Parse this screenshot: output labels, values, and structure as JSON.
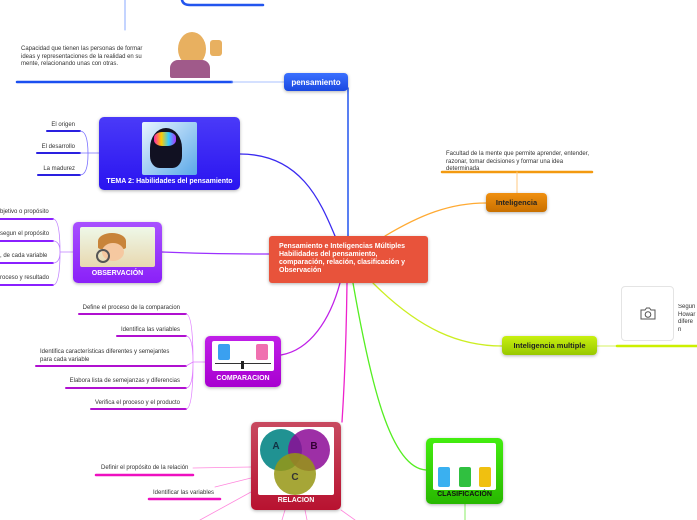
{
  "central": {
    "title": "Pensamiento e Inteligencias Múltiples Habilidades del pensamiento, comparación, relación, clasificación y Observación"
  },
  "pensamiento": {
    "label": "pensamiento",
    "note": "Capacidad que tienen las personas de formar ideas y representaciones de la realidad en su mente, relacionando unas con otras."
  },
  "tema2": {
    "label": "TEMA 2: Habilidades del pensamiento",
    "children": [
      "El origen",
      "El desarrollo",
      "La madurez"
    ]
  },
  "observacion": {
    "label": "OBSERVACIÓN",
    "children": [
      "bjetivo o propósito",
      "segun el propósito",
      ", de cada variable",
      "roceso y resultado"
    ]
  },
  "comparacion": {
    "label": "COMPARACION",
    "children": [
      "Define el proceso de la comparacion",
      "Identifica las variables",
      "Identifica características diferentes y semejantes para cada variable",
      "Elabora lista de semejanzas y diferencias",
      "Verifica el proceso y el producto"
    ]
  },
  "relacion": {
    "label": "RELACION",
    "venn": [
      "A",
      "B",
      "C"
    ],
    "children": [
      "Definir el propósito de la relación",
      "Identificar las variables"
    ]
  },
  "clasificacion": {
    "label": "CLASIFICACIÓN"
  },
  "inteligencia": {
    "label": "Inteligencia",
    "note": "Facultad de la mente que permite aprender, entender, razonar, tomar decisiones y formar una idea determinada"
  },
  "inteligencia_multiple": {
    "label": "Inteligencia multiple",
    "note": "Según Howar diferen"
  },
  "colors": {
    "central": "#e8533b",
    "pensamiento": "#2a5cf0",
    "tema2": "#3a2af0",
    "observacion": "#9b30ff",
    "comparacion": "#b40ad8",
    "relacion": "#c0213a",
    "clasificacion": "#33cc00",
    "inteligencia": "#e08000",
    "inteligencia_multiple": "#a8d800"
  }
}
